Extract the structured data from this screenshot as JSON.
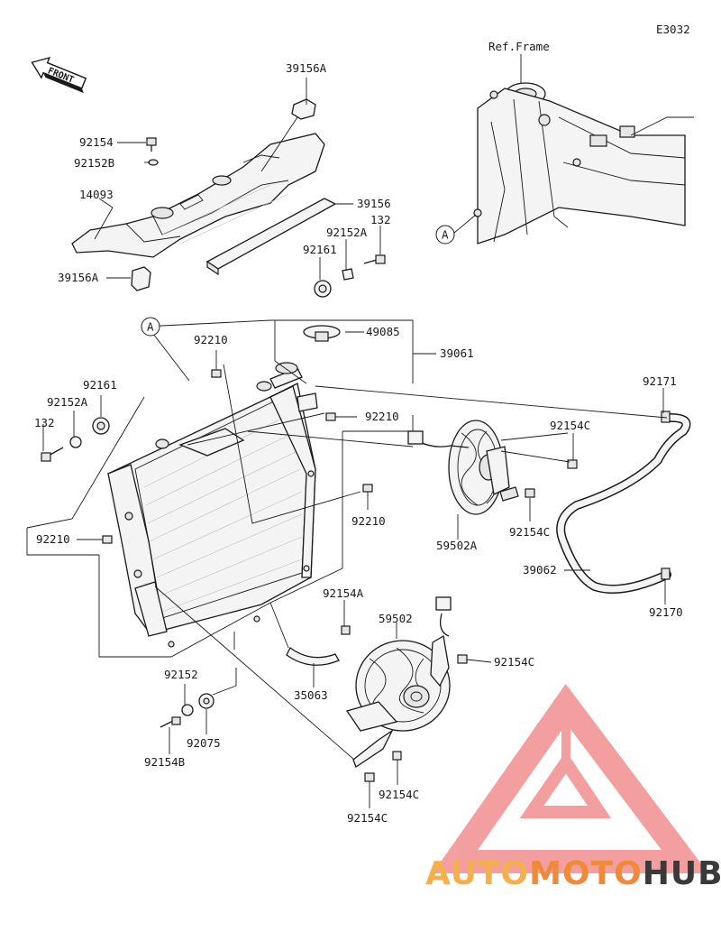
{
  "diagram_code": "E3032",
  "front_label": "FRONT",
  "ref_frame_label": "Ref.Frame",
  "ref_marker_top": "A",
  "ref_marker_left": "A",
  "parts": {
    "p39156A_top": "39156A",
    "p92154": "92154",
    "p92152B": "92152B",
    "p14093": "14093",
    "p39156": "39156",
    "p92152A_top": "92152A",
    "p132_top": "132",
    "p92161_top": "92161",
    "p39156A_bottom": "39156A",
    "p49085": "49085",
    "p39061": "39061",
    "p92210_a": "92210",
    "p92161_left": "92161",
    "p92152A_left": "92152A",
    "p132_left": "132",
    "p92210_b": "92210",
    "p92171": "92171",
    "p92154C_a": "92154C",
    "p92210_c": "92210",
    "p92210_d": "92210",
    "p92154C_b": "92154C",
    "p59502A": "59502A",
    "p39062": "39062",
    "p92170": "92170",
    "p92154A": "92154A",
    "p59502": "59502",
    "p92154C_c": "92154C",
    "p35063": "35063",
    "p92152": "92152",
    "p92075": "92075",
    "p92154B": "92154B",
    "p92154C_d": "92154C",
    "p92154C_e": "92154C"
  },
  "watermark": {
    "word_a": "AUTO",
    "word_b": "MOTO",
    "word_c": "HUB",
    "color_a": "#f5b04a",
    "color_b": "#f08a3a",
    "color_c": "#3a3a3a",
    "logo_color": "#f08080"
  }
}
